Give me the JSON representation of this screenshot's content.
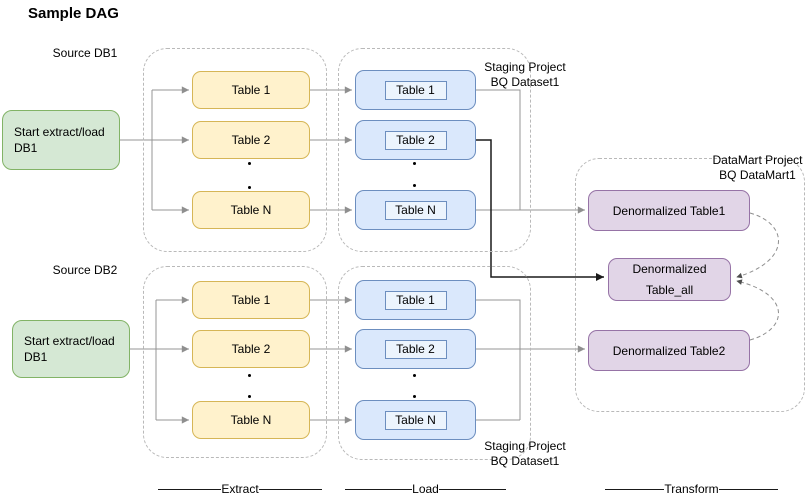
{
  "title": "Sample DAG",
  "sources": {
    "db1": {
      "label": "Source DB1",
      "start_line1": "Start extract/load",
      "start_line2": "DB1"
    },
    "db2": {
      "label": "Source DB2",
      "start_line1": "Start extract/load",
      "start_line2": "DB1"
    }
  },
  "extract1": {
    "table1": "Table 1",
    "table2": "Table 2",
    "tableN": "Table N"
  },
  "load1": {
    "table1": "Table 1",
    "table2": "Table 2",
    "tableN": "Table N",
    "caption_line1": "Staging Project",
    "caption_line2": "BQ Dataset1"
  },
  "extract2": {
    "table1": "Table 1",
    "table2": "Table 2",
    "tableN": "Table N"
  },
  "load2": {
    "table1": "Table 1",
    "table2": "Table 2",
    "tableN": "Table N",
    "caption_line1": "Staging Project",
    "caption_line2": "BQ Dataset1"
  },
  "datamart": {
    "caption_line1": "DataMart Project",
    "caption_line2": "BQ DataMart1",
    "table1": "Denormalized Table1",
    "table_all_line1": "Denormalized",
    "table_all_line2": "Table_all",
    "table2": "Denormalized Table2"
  },
  "stages": {
    "extract": "Extract",
    "load": "Load",
    "transform": "Transform"
  },
  "colors": {
    "start_fill": "#d5e8d4",
    "start_border": "#82b366",
    "extract_fill": "#fff2cc",
    "extract_border": "#d6b656",
    "load_fill": "#dae8fc",
    "load_border": "#6c8ebf",
    "datamart_fill": "#e1d5e7",
    "datamart_border": "#9673a6",
    "container_dash": "#b9b9b9",
    "edge_gray": "#949494",
    "edge_dark": "#1a1a1a"
  }
}
